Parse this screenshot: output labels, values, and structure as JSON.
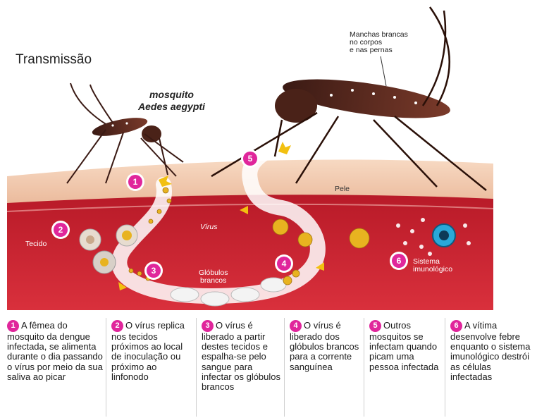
{
  "title": "Transmissão",
  "species": {
    "line1": "mosquito",
    "line2": "Aedes aegypti"
  },
  "annotation_spots": {
    "line1": "Manchas brancas",
    "line2": "no corpos",
    "line3": "e nas pernas"
  },
  "labels": {
    "skin": "Pele",
    "virus": "Vírus",
    "tissue": "Tecido",
    "white_cells": {
      "line1": "Glóbulos",
      "line2": "brancos"
    },
    "immune": {
      "line1": "Sistema",
      "line2": "imunológico"
    }
  },
  "markers": [
    "1",
    "2",
    "3",
    "4",
    "5",
    "6"
  ],
  "steps": [
    {
      "num": "1",
      "text": "A fêmea do mosquito da dengue infectada, se alimenta durante o dia passando o vírus por meio da sua saliva ao picar"
    },
    {
      "num": "2",
      "text": "O vírus replica nos tecidos próximos ao local de inoculação ou próximo ao linfonodo"
    },
    {
      "num": "3",
      "text": "O vírus é liberado a partir destes tecidos e espalha-se pelo sangue para infectar os glóbulos brancos"
    },
    {
      "num": "4",
      "text": "O vírus é liberado dos glóbulos brancos para a corrente sanguínea"
    },
    {
      "num": "5",
      "text": "Outros mosquitos se infectam quando picam uma pessoa infectada"
    },
    {
      "num": "6",
      "text": "A vítima desenvolve febre enquanto o sistema imunológico destrói as células infectadas"
    }
  ],
  "colors": {
    "accent": "#e0269b",
    "blood": "#c8202c",
    "skin": "#f2c9a8",
    "virus": "#e8b320"
  }
}
